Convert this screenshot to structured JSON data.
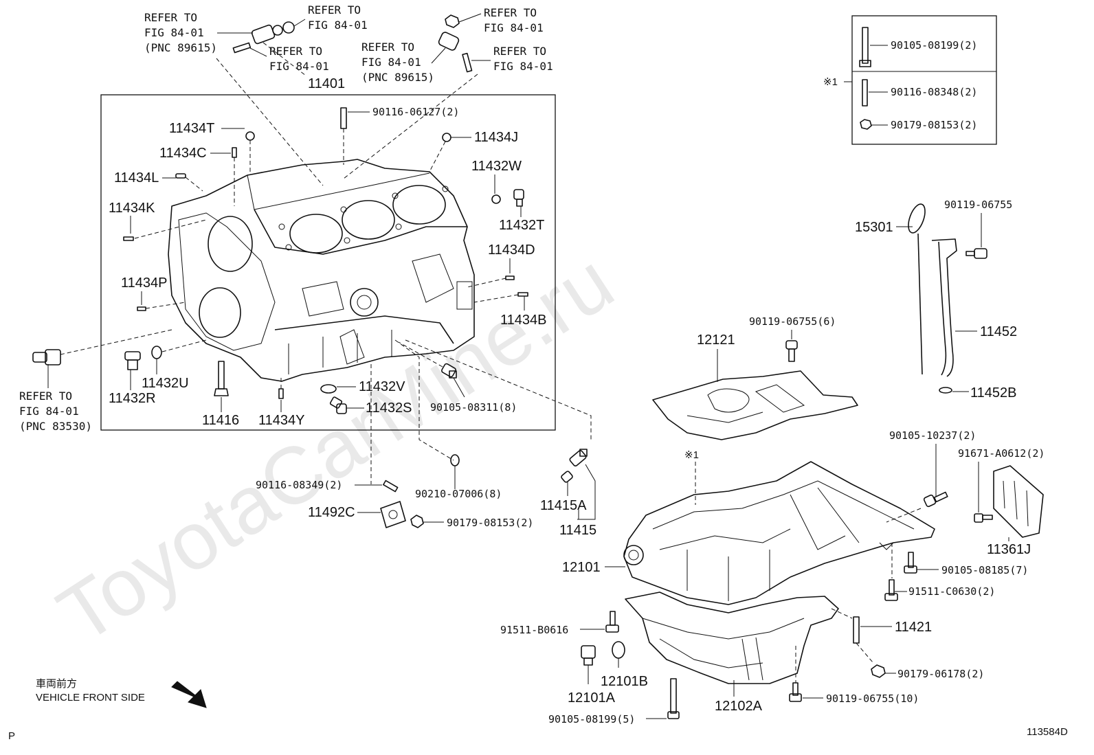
{
  "watermark": "ToyotaCarMine.ru",
  "figure_code": "113584D",
  "corner_mark": "P",
  "vehicle_side": {
    "jp": "車両前方",
    "en": "VEHICLE FRONT SIDE"
  },
  "refer": {
    "refer_to": "REFER TO",
    "fig": "FIG 84-01",
    "pnc_89615": "(PNC 89615)",
    "pnc_83530": "(PNC 83530)"
  },
  "note_mark": "※1",
  "inset_parts": [
    "90105-08199(2)",
    "90116-08348(2)",
    "90179-08153(2)"
  ],
  "parts": {
    "p11401": "11401",
    "p90116_06127": "90116-06127(2)",
    "p11434T": "11434T",
    "p11434C": "11434C",
    "p11434J": "11434J",
    "p11434L": "11434L",
    "p11432W": "11432W",
    "p11434K": "11434K",
    "p11432T": "11432T",
    "p11434D": "11434D",
    "p11434P": "11434P",
    "p11434B": "11434B",
    "p11432U": "11432U",
    "p11432R": "11432R",
    "p11432V": "11432V",
    "p11416": "11416",
    "p11434Y": "11434Y",
    "p11432S": "11432S",
    "p90105_08311": "90105-08311(8)",
    "p90116_08349": "90116-08349(2)",
    "p90210_07006": "90210-07006(8)",
    "p11492C": "11492C",
    "p90179_08153": "90179-08153(2)",
    "p11415A": "11415A",
    "p11415": "11415",
    "p15301": "15301",
    "p90119_06755": "90119-06755",
    "p11452": "11452",
    "p11452B": "11452B",
    "p90119_06755_6": "90119-06755(6)",
    "p12121": "12121",
    "p90105_10237": "90105-10237(2)",
    "p91671_A0612": "91671-A0612(2)",
    "p11361J": "11361J",
    "p12101": "12101",
    "p90105_08185": "90105-08185(7)",
    "p91511_C0630": "91511-C0630(2)",
    "p91511_B0616": "91511-B0616",
    "p11421": "11421",
    "p90179_06178": "90179-06178(2)",
    "p12101A": "12101A",
    "p12101B": "12101B",
    "p90105_08199_5": "90105-08199(5)",
    "p12102A": "12102A",
    "p90119_06755_10": "90119-06755(10)"
  }
}
